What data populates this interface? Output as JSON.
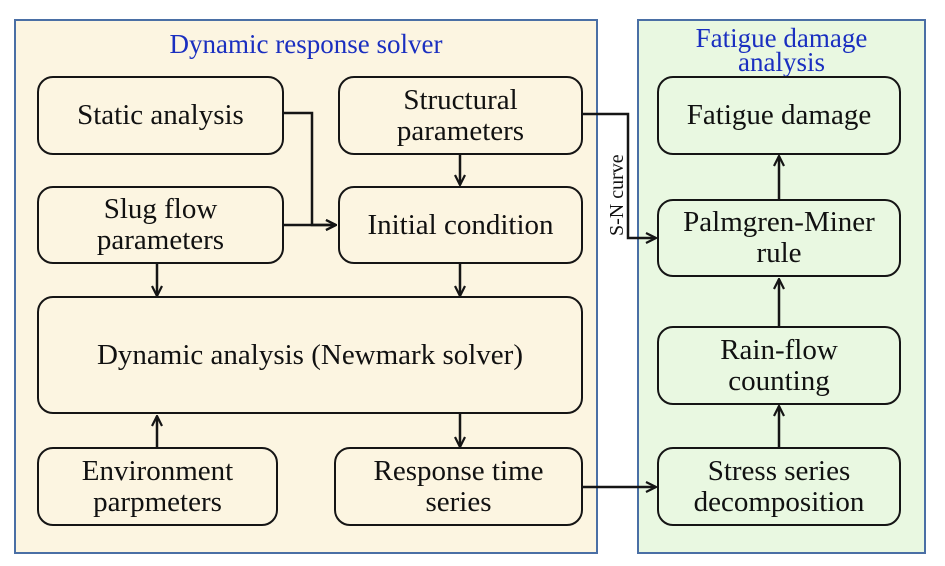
{
  "panels": {
    "left": {
      "title": "Dynamic response solver",
      "fill": "#fcf5e1",
      "border": "#4a6fa5",
      "title_color": "#1a2fc0"
    },
    "right": {
      "title": "Fatigue damage\nanalysis",
      "fill": "#e9f8e1",
      "border": "#4a6fa5",
      "title_color": "#1a2fc0"
    }
  },
  "boxes": {
    "static_analysis": "Static analysis",
    "structural_parameters": "Structural\nparameters",
    "slug_flow_parameters": "Slug flow\nparameters",
    "initial_condition": "Initial condition",
    "dynamic_analysis": "Dynamic analysis (Newmark solver)",
    "environment_parameters": "Environment\nparpmeters",
    "response_time_series": "Response time\nseries",
    "fatigue_damage": "Fatigue damage",
    "palmgren_miner": "Palmgren-Miner\nrule",
    "rain_flow": "Rain-flow\ncounting",
    "stress_decomposition": "Stress series\ndecomposition"
  },
  "edge_labels": {
    "sn_curve": "S-N curve"
  },
  "edges": [
    {
      "from": "static_analysis",
      "to": "initial_condition"
    },
    {
      "from": "slug_flow_parameters",
      "to": "initial_condition"
    },
    {
      "from": "structural_parameters",
      "to": "initial_condition"
    },
    {
      "from": "slug_flow_parameters",
      "to": "dynamic_analysis"
    },
    {
      "from": "initial_condition",
      "to": "dynamic_analysis"
    },
    {
      "from": "environment_parameters",
      "to": "dynamic_analysis"
    },
    {
      "from": "dynamic_analysis",
      "to": "response_time_series"
    },
    {
      "from": "response_time_series",
      "to": "stress_decomposition"
    },
    {
      "from": "stress_decomposition",
      "to": "rain_flow"
    },
    {
      "from": "rain_flow",
      "to": "palmgren_miner"
    },
    {
      "from": "palmgren_miner",
      "to": "fatigue_damage"
    },
    {
      "from": "structural_parameters",
      "to": "palmgren_miner",
      "label": "S-N curve"
    }
  ]
}
